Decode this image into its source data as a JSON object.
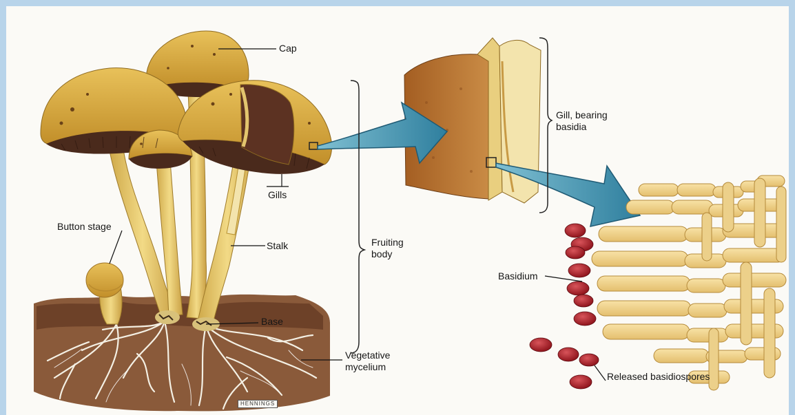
{
  "labels": {
    "cap": "Cap",
    "gills": "Gills",
    "button_stage": "Button stage",
    "stalk": "Stalk",
    "base": "Base",
    "vegetative_mycelium": "Vegetative mycelium",
    "fruiting_body": "Fruiting body",
    "gill_bearing_basidia": "Gill, bearing basidia",
    "basidium": "Basidium",
    "released_basidiospores": "Released basidiospores"
  },
  "signature": "HENNINGS",
  "colors": {
    "cap": "#d9ab3e",
    "gills_dark": "#4a2a1c",
    "stalk": "#e6c768",
    "soil": "#8a5a3a",
    "mycelium": "#f4f0e4",
    "gill_slab": "#b8752f",
    "arrow": "#3f8fae",
    "basidia": "#f1d48f",
    "spores": "#a81c24",
    "page_border": "#b8d4ea"
  }
}
